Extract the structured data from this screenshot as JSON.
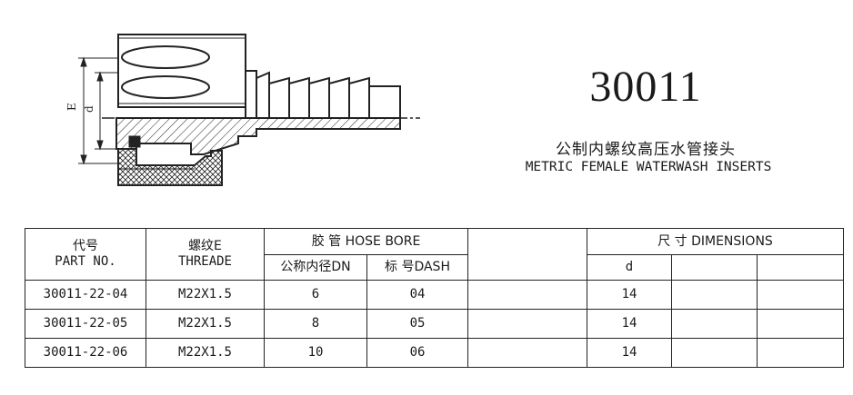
{
  "labels": {
    "E": "E",
    "d": "d"
  },
  "part_number": "30011",
  "title_cn": "公制内螺纹高压水管接头",
  "title_en": "METRIC FEMALE WATERWASH INSERTS",
  "table": {
    "col_code_cn": "代号",
    "col_code_en": "PART NO.",
    "col_thread_cn": "螺纹E",
    "col_thread_en": "THREADE",
    "col_hose": "胶 管 HOSE BORE",
    "col_dn": "公称内径DN",
    "col_dash": "标 号DASH",
    "col_dim": "尺 寸 DIMENSIONS",
    "col_d": "d",
    "rows": [
      {
        "part": "30011-22-04",
        "thread": "M22X1.5",
        "dn": "6",
        "dash": "04",
        "d": "14"
      },
      {
        "part": "30011-22-05",
        "thread": "M22X1.5",
        "dn": "8",
        "dash": "05",
        "d": "14"
      },
      {
        "part": "30011-22-06",
        "thread": "M22X1.5",
        "dn": "10",
        "dash": "06",
        "d": "14"
      }
    ]
  }
}
